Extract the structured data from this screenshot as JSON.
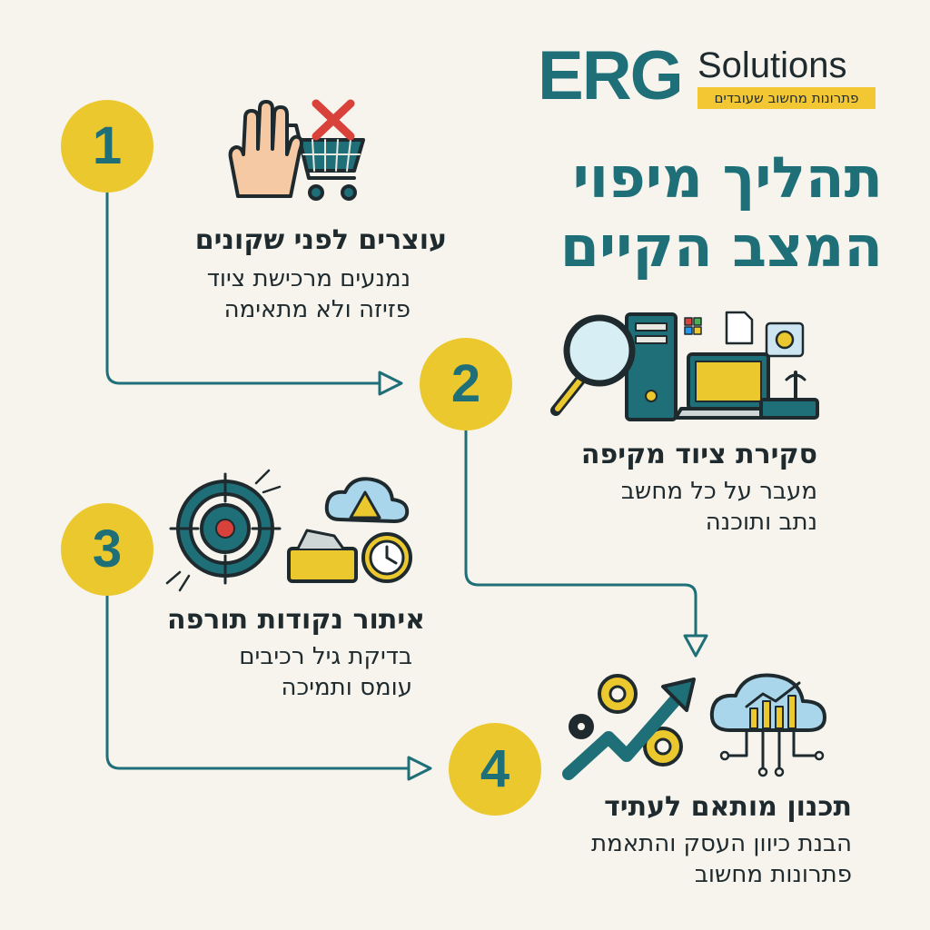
{
  "brand": {
    "name_main": "ERG",
    "name_secondary": "Solutions",
    "tagline": "פתרונות מחשוב שעובדים"
  },
  "title": {
    "line1": "תהליך מיפוי",
    "line2": "המצב הקיים"
  },
  "steps": [
    {
      "number": "1",
      "title": "עוצרים לפני שקונים",
      "desc_line1": "נמנעים מרכישת ציוד",
      "desc_line2": "פזיזה ולא מתאימה",
      "icon": "stop-hand-cart-icon"
    },
    {
      "number": "2",
      "title": "סקירת ציוד מקיפה",
      "desc_line1": "מעבר על כל מחשב",
      "desc_line2": "נתב ותוכנה",
      "icon": "inspection-devices-icon"
    },
    {
      "number": "3",
      "title": "איתור נקודות תורפה",
      "desc_line1": "בדיקת גיל רכיבים",
      "desc_line2": "עומס ותמיכה",
      "icon": "target-warning-icon"
    },
    {
      "number": "4",
      "title": "תכנון מותאם לעתיד",
      "desc_line1": "הבנת כיוון העסק והתאמת",
      "desc_line2": "פתרונות מחשוב",
      "icon": "growth-cloud-icon"
    }
  ],
  "colors": {
    "teal": "#1f6f78",
    "yellow": "#ecc82f",
    "dark": "#1e2a2e",
    "background": "#f6f4ec",
    "cloud": "#a9d6ea",
    "red": "#d9423a"
  }
}
